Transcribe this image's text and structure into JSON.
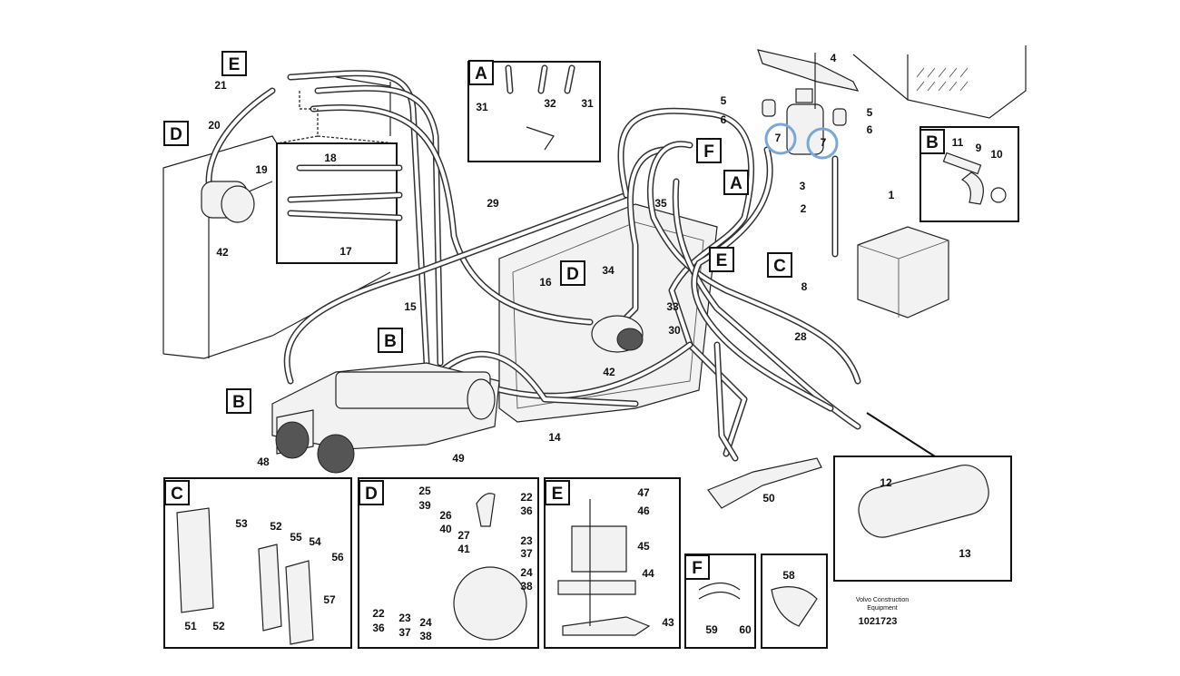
{
  "callouts": [
    "21",
    "20",
    "19",
    "42",
    "18",
    "17",
    "31",
    "32",
    "31",
    "29",
    "15",
    "16",
    "34",
    "33",
    "42",
    "30",
    "35",
    "8",
    "28",
    "14",
    "49",
    "48",
    "50",
    "4",
    "5",
    "6",
    "7",
    "7",
    "5",
    "6",
    "3",
    "2",
    "1",
    "11",
    "9",
    "10",
    "12",
    "13",
    "53",
    "52",
    "55",
    "54",
    "56",
    "57",
    "51",
    "52",
    "25",
    "39",
    "26",
    "40",
    "27",
    "41",
    "22",
    "36",
    "23",
    "37",
    "24",
    "38",
    "22",
    "36",
    "23",
    "37",
    "24",
    "38",
    "47",
    "46",
    "45",
    "44",
    "43",
    "59",
    "60",
    "58"
  ],
  "section_letters": [
    "E",
    "D",
    "A",
    "F",
    "A",
    "E",
    "C",
    "D",
    "B",
    "B",
    "B",
    "C",
    "D",
    "E",
    "F"
  ],
  "footer": {
    "brand_line1": "Volvo Construction",
    "brand_line2": "Equipment",
    "part_number": "1021723"
  },
  "highlight_color": "#7aa7d6"
}
